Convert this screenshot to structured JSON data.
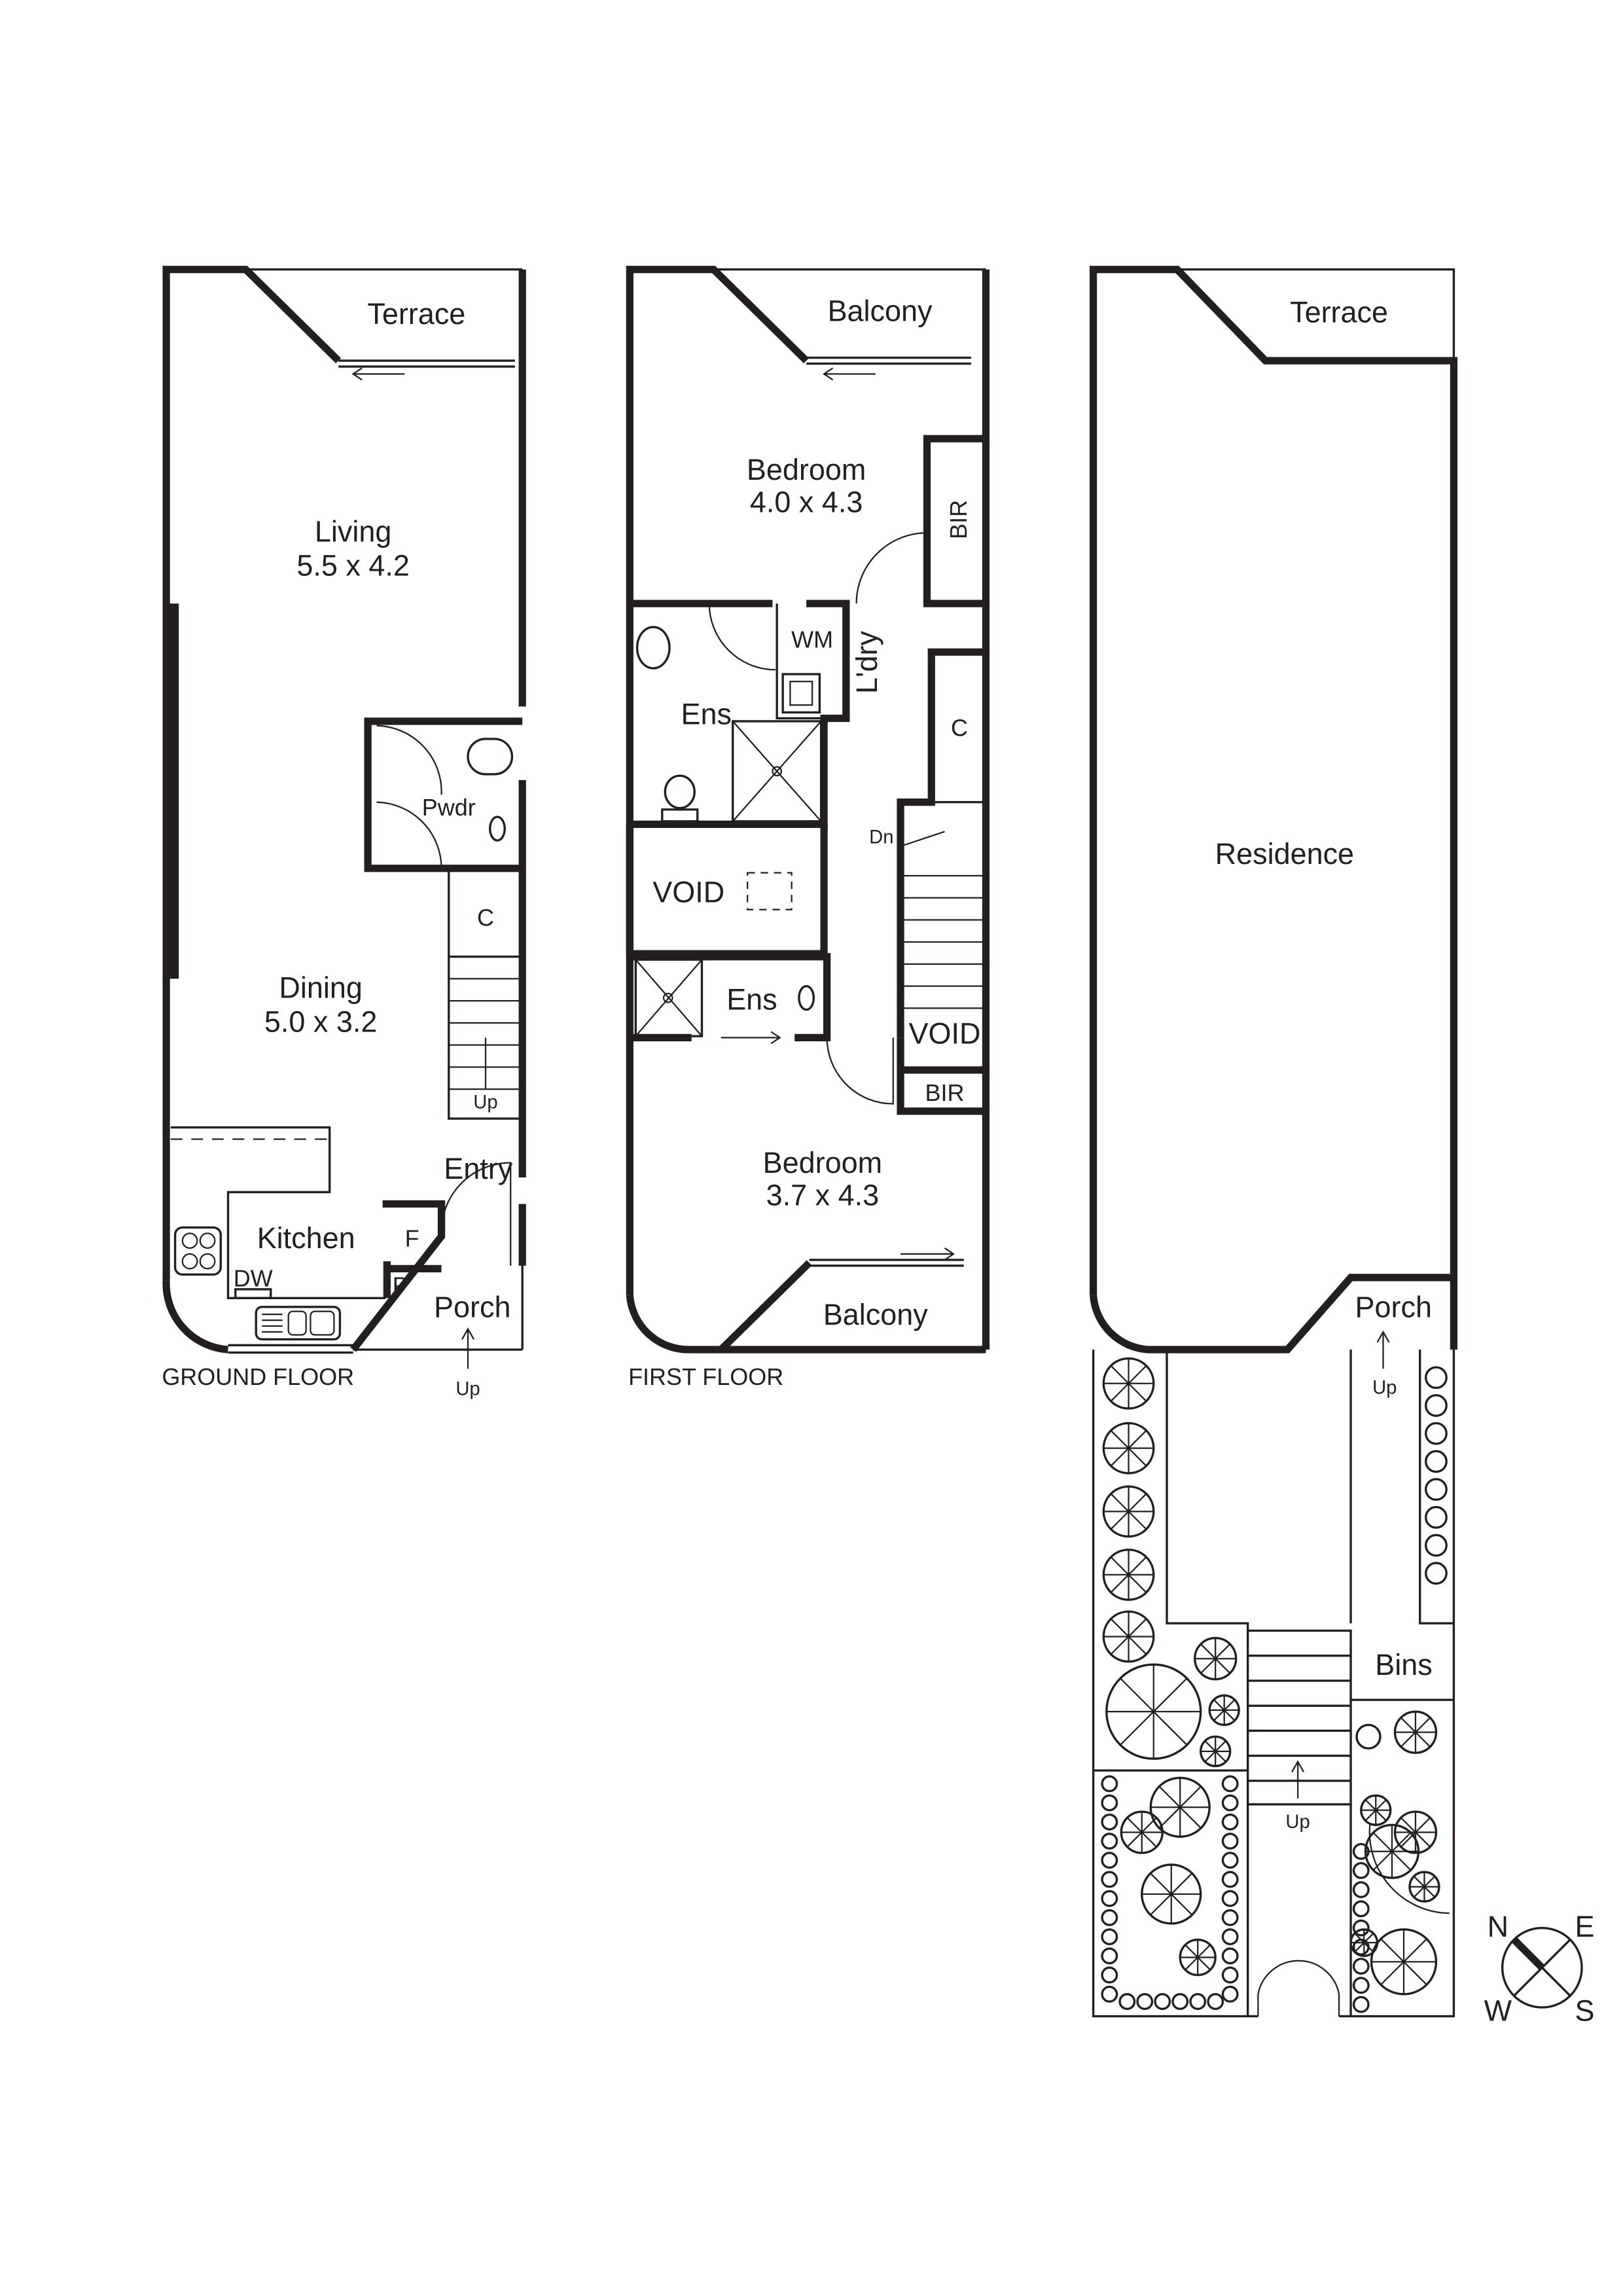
{
  "ground_floor": {
    "caption": "GROUND FLOOR",
    "rooms": {
      "terrace": "Terrace",
      "living": "Living",
      "living_dims": "5.5 x 4.2",
      "pwdr": "Pwdr",
      "cupboard": "C",
      "dining": "Dining",
      "dining_dims": "5.0 x 3.2",
      "stairs_up": "Up",
      "entry": "Entry",
      "kitchen": "Kitchen",
      "fridge": "F",
      "dishwasher": "DW",
      "pantry": "P",
      "porch": "Porch",
      "porch_up": "Up"
    }
  },
  "first_floor": {
    "caption": "FIRST FLOOR",
    "rooms": {
      "balcony_top": "Balcony",
      "bedroom1": "Bedroom",
      "bedroom1_dims": "4.0 x 4.3",
      "bir1": "BIR",
      "wm": "WM",
      "laundry": "L'dry",
      "ens1": "Ens",
      "cupboard": "C",
      "stairs_dn": "Dn",
      "void1": "VOID",
      "ens2": "Ens",
      "void2": "VOID",
      "bir2": "BIR",
      "bedroom2": "Bedroom",
      "bedroom2_dims": "3.7 x 4.3",
      "balcony_bottom": "Balcony"
    }
  },
  "site_plan": {
    "terrace": "Terrace",
    "residence": "Residence",
    "porch": "Porch",
    "porch_up": "Up",
    "bins": "Bins",
    "stairs_up": "Up"
  },
  "compass": {
    "n": "N",
    "e": "E",
    "s": "S",
    "w": "W"
  }
}
